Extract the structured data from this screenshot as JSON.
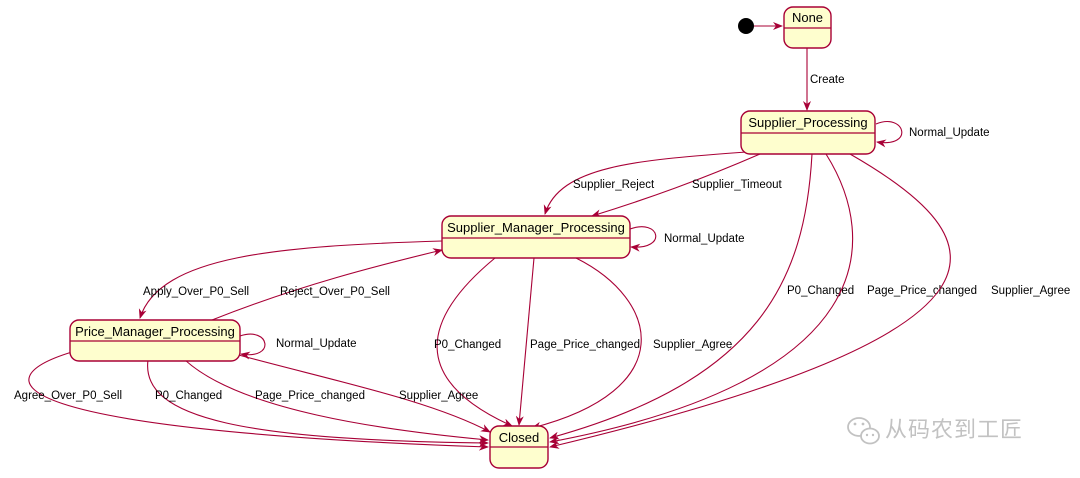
{
  "diagram": {
    "states": {
      "none": "None",
      "supplier_processing": "Supplier_Processing",
      "supplier_manager_processing": "Supplier_Manager_Processing",
      "price_manager_processing": "Price_Manager_Processing",
      "closed": "Closed"
    },
    "transitions": {
      "create": "Create",
      "sp_normal_update": "Normal_Update",
      "sp_supplier_reject": "Supplier_Reject",
      "sp_supplier_timeout": "Supplier_Timeout",
      "sp_p0_changed": "P0_Changed",
      "sp_page_price_changed": "Page_Price_changed",
      "sp_supplier_agree": "Supplier_Agree",
      "smp_normal_update": "Normal_Update",
      "smp_apply_over": "Apply_Over_P0_Sell",
      "pmp_reject_over": "Reject_Over_P0_Sell",
      "smp_p0_changed": "P0_Changed",
      "smp_page_price_changed": "Page_Price_changed",
      "smp_supplier_agree": "Supplier_Agree",
      "pmp_normal_update": "Normal_Update",
      "pmp_agree_over": "Agree_Over_P0_Sell",
      "pmp_p0_changed": "P0_Changed",
      "pmp_page_price_changed": "Page_Price_changed",
      "pmp_supplier_agree": "Supplier_Agree"
    },
    "colors": {
      "state_fill": "#fefece",
      "state_border": "#a80036",
      "arrow": "#a80036",
      "initial_node": "#000000"
    }
  },
  "watermark": {
    "icon": "wechat-icon",
    "text": "从码农到工匠"
  }
}
